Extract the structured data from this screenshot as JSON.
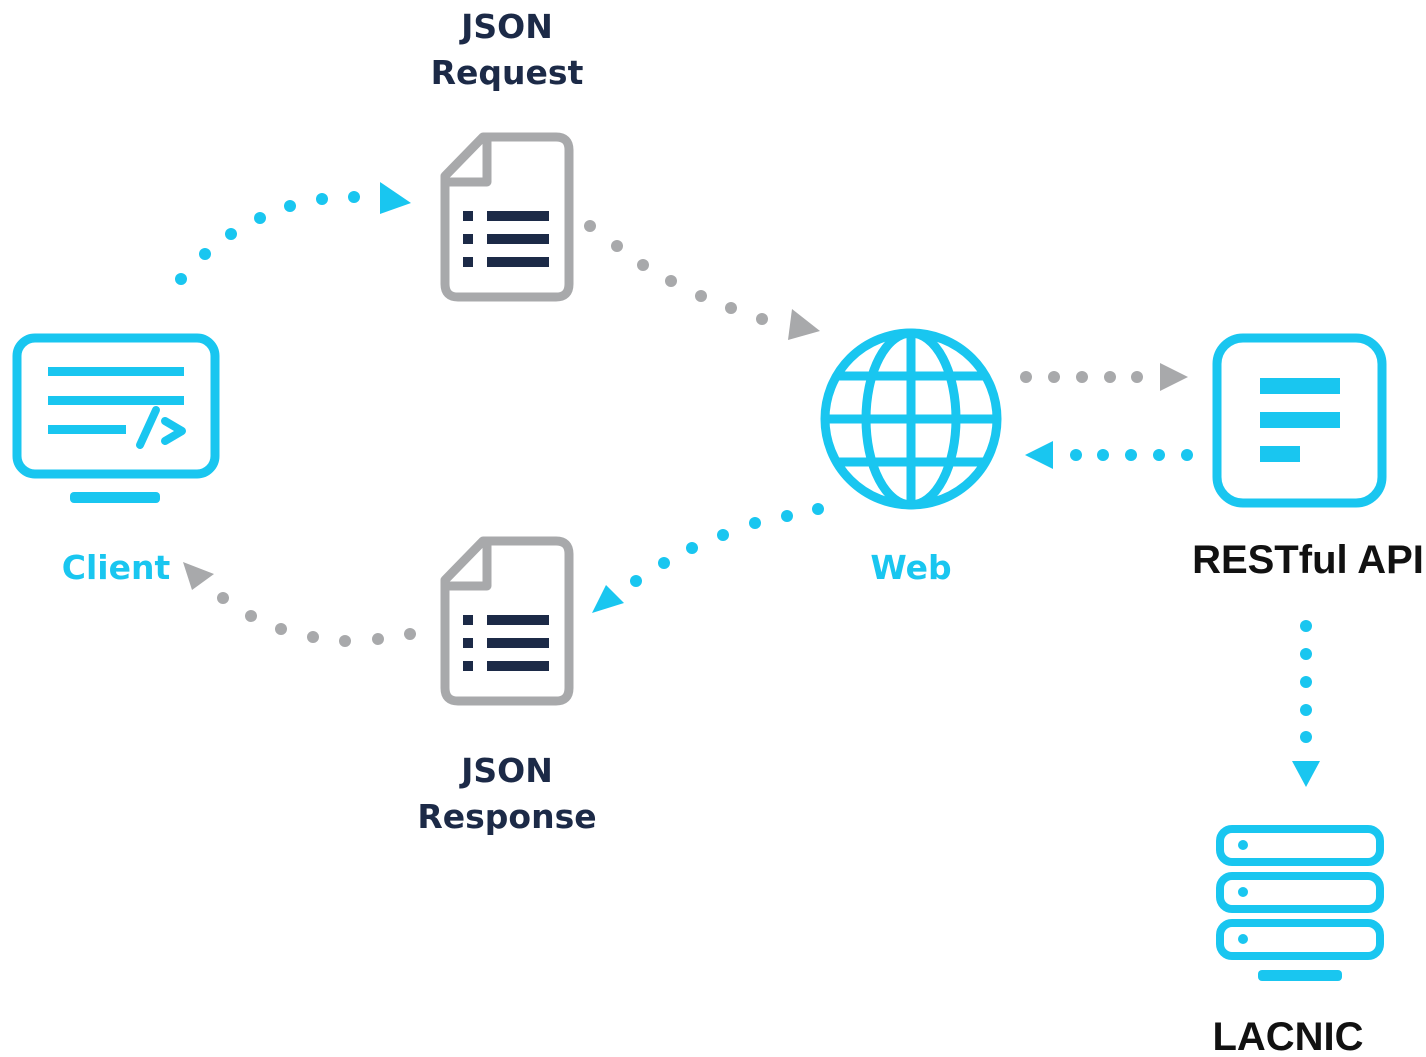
{
  "colors": {
    "cyan": "#19c6f0",
    "gray": "#a8a9ab",
    "navy": "#1c2a47",
    "black": "#111111"
  },
  "nodes": {
    "client": {
      "label": "Client",
      "icon": "monitor-code-icon"
    },
    "json_request": {
      "label_line1": "JSON",
      "label_line2": "Request",
      "icon": "document-list-icon"
    },
    "json_response": {
      "label_line1": "JSON",
      "label_line2": "Response",
      "icon": "document-list-icon"
    },
    "web": {
      "label": "Web",
      "icon": "globe-icon"
    },
    "restful_api": {
      "label": "RESTful API",
      "icon": "api-window-icon"
    },
    "lacnic": {
      "label": "LACNIC",
      "icon": "server-stack-icon"
    }
  },
  "flows": [
    {
      "from": "client",
      "to": "json_request",
      "color": "cyan"
    },
    {
      "from": "json_request",
      "to": "web",
      "color": "gray"
    },
    {
      "from": "web",
      "to": "restful_api",
      "color": "gray"
    },
    {
      "from": "restful_api",
      "to": "web",
      "color": "cyan"
    },
    {
      "from": "web",
      "to": "json_response",
      "color": "cyan"
    },
    {
      "from": "json_response",
      "to": "client",
      "color": "gray"
    },
    {
      "from": "restful_api",
      "to": "lacnic",
      "color": "cyan"
    }
  ]
}
